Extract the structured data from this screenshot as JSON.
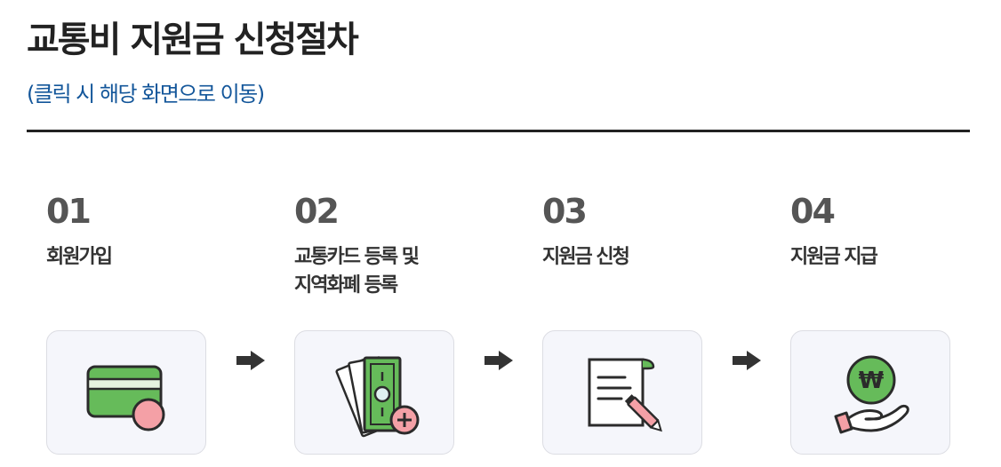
{
  "header": {
    "title": "교통비 지원금 신청절차",
    "subtitle": "(클릭 시 해당 화면으로 이동)"
  },
  "steps": [
    {
      "number": "01",
      "label": "회원가입",
      "icon": "credit-card-icon"
    },
    {
      "number": "02",
      "label": "교통카드 등록 및\n지역화폐 등록",
      "icon": "cash-add-icon"
    },
    {
      "number": "03",
      "label": "지원금 신청",
      "icon": "document-pen-icon"
    },
    {
      "number": "04",
      "label": "지원금 지급",
      "icon": "won-coin-hand-icon"
    }
  ],
  "colors": {
    "title": "#222222",
    "subtitle": "#13569a",
    "step_number": "#555555",
    "card_bg": "#f5f6fb",
    "card_border": "#dcdde3",
    "icon_green": "#66bb5a",
    "icon_pink": "#f4a0a6",
    "icon_outline": "#2b2b2b"
  }
}
